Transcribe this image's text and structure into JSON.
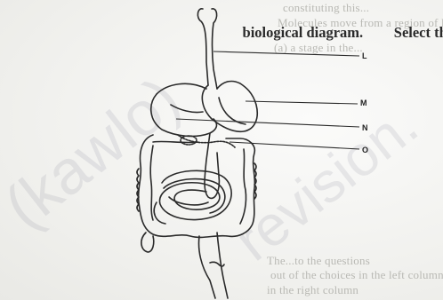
{
  "background_text": {
    "line1": "constituting this...",
    "line2": "Molecules move from a region of lower",
    "heading_a": "biological diagram.",
    "heading_b": "Select the best answer for",
    "line3": "(a) a stage in the...",
    "line4": "The...to the questions",
    "line5": "out of the choices in the left column",
    "line6": "in the right column"
  },
  "labels": {
    "L": "L",
    "M": "M",
    "N": "N",
    "O": "O"
  },
  "watermark": {
    "text1": "(kawlo)",
    "text2": "revision."
  },
  "colors": {
    "ink": "#2a2a2a",
    "faded_text": "#b9b9b4"
  }
}
